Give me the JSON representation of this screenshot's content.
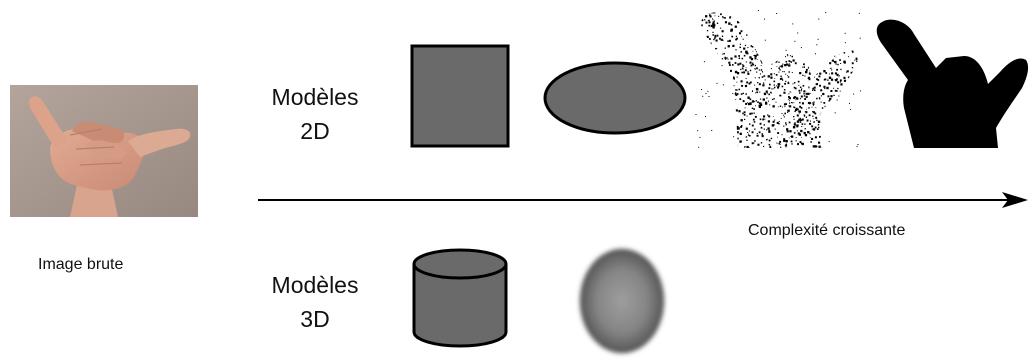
{
  "left": {
    "caption": "Image brute"
  },
  "models_2d": {
    "line1": "Modèles",
    "line2": "2D"
  },
  "models_3d": {
    "line1": "Modèles",
    "line2": "3D"
  },
  "axis": {
    "label": "Complexité croissante"
  },
  "colors": {
    "shape_fill": "#6a6a6a",
    "shape_stroke": "#000000",
    "skin": "#d59a83",
    "wall": "#a89a92"
  },
  "icons": {
    "photo": "hand-photo",
    "square": "square-shape",
    "ellipse": "ellipse-shape",
    "noisy_hand": "noisy-hand-silhouette",
    "solid_hand": "hand-silhouette",
    "cylinder": "cylinder-shape",
    "ellipsoid": "blurred-ellipsoid"
  }
}
